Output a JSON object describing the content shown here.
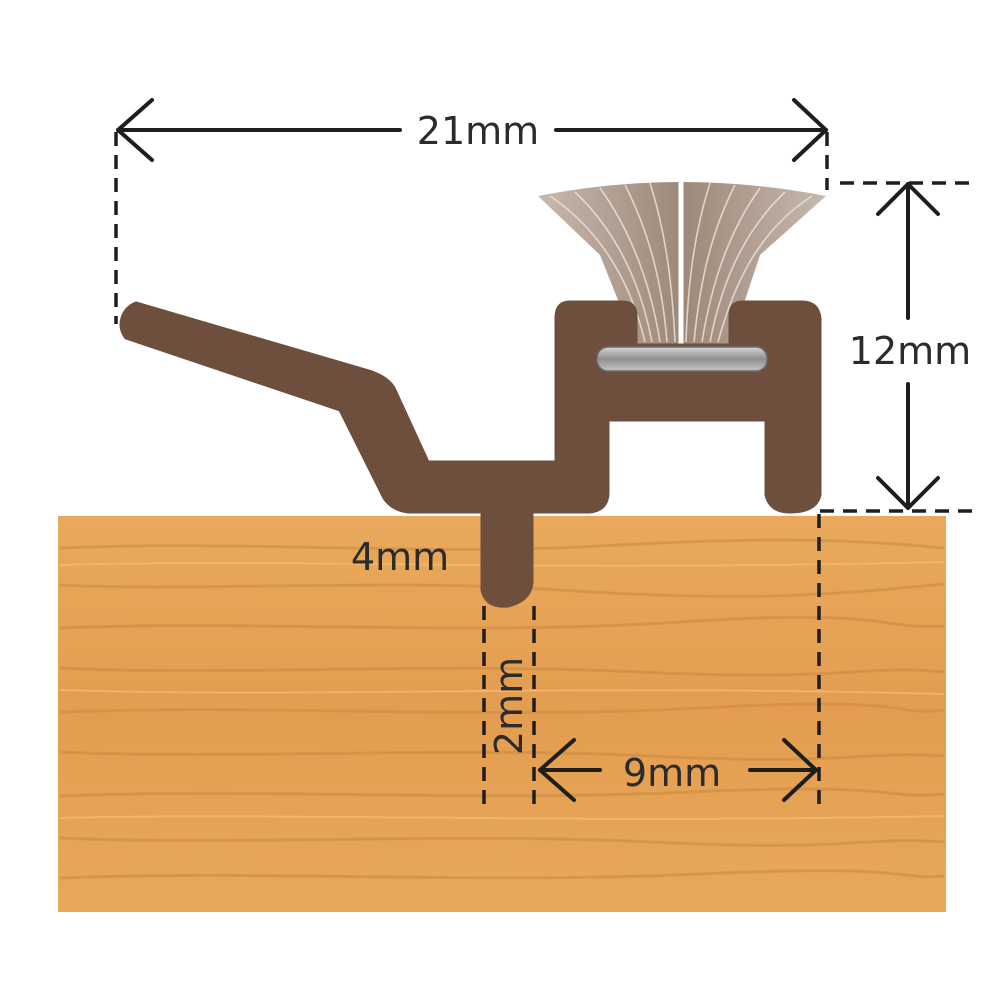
{
  "dimensions": {
    "overall_width": "21mm",
    "height": "12mm",
    "leg_depth": "4mm",
    "leg_width": "2mm",
    "offset": "9mm"
  },
  "colors": {
    "profile": "#6e4f3d",
    "wood": "#e7a358",
    "wood_grain": "#c98a44",
    "brush": "#b8a79b",
    "pin": "#9c9c9c",
    "lines": "#1e1e1e"
  }
}
